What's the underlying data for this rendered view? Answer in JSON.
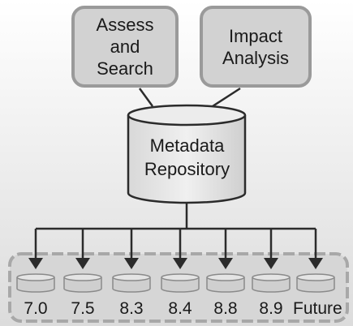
{
  "tools": {
    "assess": [
      "Assess",
      "and",
      "Search"
    ],
    "impact": [
      "Impact",
      "Analysis"
    ]
  },
  "repository": [
    "Metadata",
    "Repository"
  ],
  "versions": [
    "7.0",
    "7.5",
    "8.3",
    "8.4",
    "8.8",
    "8.9",
    "Future"
  ],
  "colors": {
    "background_gradient_top": "#ffffff",
    "background_gradient_bottom": "#dcdcdc",
    "box_fill": "#d2d2d2",
    "box_border": "#9a9a9a",
    "cylinder_fill": "#e6e6e6",
    "line": "#2b2b2b"
  }
}
